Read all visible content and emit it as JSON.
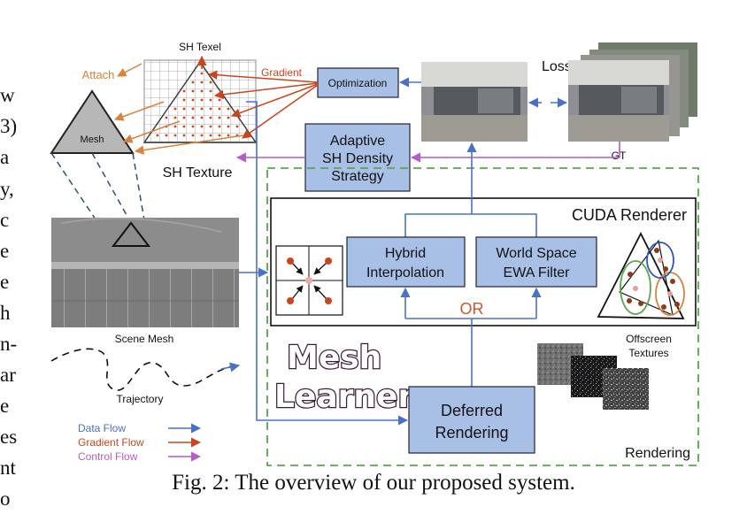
{
  "left_text_fragments": [
    "w",
    "3)",
    "a",
    "y,",
    "c",
    "e",
    "e",
    "h",
    "n-",
    "ar",
    "e",
    "es",
    "nt",
    "o"
  ],
  "caption": "Fig. 2: The overview of our proposed system.",
  "labels": {
    "sh_texel": "SH Texel",
    "attach": "Attach",
    "gradient": "Gradient",
    "mesh": "Mesh",
    "sh_texture": "SH Texture",
    "optimization": "Optimization",
    "loss": "Loss",
    "gt": "GT",
    "adaptive_line1": "Adaptive",
    "adaptive_line2": "SH Density",
    "adaptive_line3": "Strategy",
    "cuda_renderer": "CUDA Renderer",
    "hybrid_line1": "Hybrid",
    "hybrid_line2": "Interpolation",
    "ewa_line1": "World Space",
    "ewa_line2": "EWA Filter",
    "or": "OR",
    "scene_mesh": "Scene Mesh",
    "trajectory": "Trajectory",
    "mesh_learner_line1": "Mesh",
    "mesh_learner_line2": "Learner",
    "offscreen_line1": "Offscreen",
    "offscreen_line2": "Textures",
    "deferred_line1": "Deferred",
    "deferred_line2": "Rendering",
    "rendering": "Rendering"
  },
  "legend": [
    {
      "label": "Data Flow",
      "color": "#4a72c4"
    },
    {
      "label": "Gradient Flow",
      "color": "#c8461e"
    },
    {
      "label": "Control Flow",
      "color": "#b45cc8"
    }
  ],
  "colors": {
    "box_fill": "#a9c0e6",
    "data_flow": "#4a72c4",
    "gradient_flow": "#c8461e",
    "control_flow": "#b45cc8",
    "attach": "#d8823c",
    "rendering_border": "#5aa64a",
    "or_text": "#d4542a"
  }
}
